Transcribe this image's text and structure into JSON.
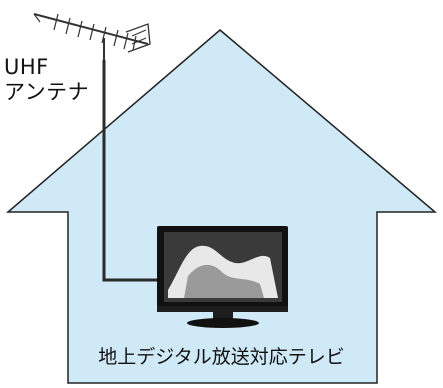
{
  "labels": {
    "antenna_line1": "UHF",
    "antenna_line2": "アンテナ",
    "tv": "地上デジタル放送対応テレビ"
  },
  "colors": {
    "house_fill": "#cfe9f6",
    "house_stroke": "#222222",
    "cable": "#2a2a2a",
    "tv_frame": "#111111",
    "text": "#111111"
  },
  "icons": {
    "antenna": "uhf-antenna-icon",
    "tv": "flat-tv-icon"
  }
}
